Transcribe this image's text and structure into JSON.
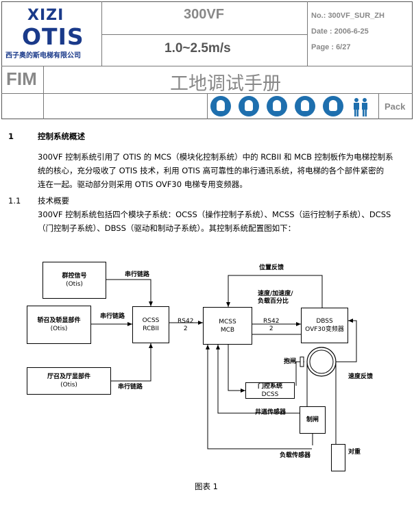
{
  "header": {
    "logo": {
      "brand_top": "XIZI",
      "brand_main": "OTIS",
      "company": "西子奥的斯电梯有限公司"
    },
    "model": "300VF",
    "speed": "1.0~2.5m/s",
    "doc_no": "No.: 300VF_SUR_ZH",
    "date": "Date : 2006-6-25",
    "page": "Page : 6/27",
    "section": "FIM",
    "manual_title": "工地调试手册",
    "safety_icons": [
      "goggles-icon",
      "helmet-icon",
      "boots-icon",
      "gloves-icon",
      "harness-icon",
      "two-person-icon"
    ],
    "pack_label": "Pack"
  },
  "content": {
    "sec1_num": "1",
    "sec1_title": "控制系统概述",
    "sec1_lines": [
      "300VF 控制系统引用了 OTIS 的 MCS（模块化控制系统）中的 RCBII 和 MCB 控制板作为电梯控制系",
      "统的核心，充分吸收了 OTIS 技术，利用 OTIS 高可靠性的串行通讯系统，将电梯的各个部件紧密的",
      "连在一起。驱动部分则采用 OTIS OVF30 电梯专用变频器。"
    ],
    "sec11_num": "1.1",
    "sec11_title": "技术概要",
    "sec11_lines": [
      "300VF 控制系统包括四个模块子系统：OCSS（操作控制子系统）、MCSS（运行控制子系统）、DCSS",
      "（门控制子系统）、DBSS（驱动和制动子系统）。其控制系统配置图如下："
    ]
  },
  "diagram": {
    "group_ctrl": [
      "群控信号",
      "(Otis)"
    ],
    "car_call": [
      "轿召及轿显部件",
      "(Otis)"
    ],
    "hall_call": [
      "厅召及厅显部件",
      "(Otis)"
    ],
    "ocss": [
      "OCSS",
      "RCBII"
    ],
    "mcss": [
      "MCSS",
      "MCB"
    ],
    "dbss": [
      "DBSS",
      "OVF30变频器"
    ],
    "door": [
      "门控系统",
      "DCSS"
    ],
    "brake": "制闸",
    "serial1": "串行链路",
    "serial2": "串行链路",
    "serial3": "串行链路",
    "rs1": [
      "RS42",
      "2"
    ],
    "rs2": [
      "RS42",
      "2"
    ],
    "pos_fb": "位置反馈",
    "speed_cmd": [
      "速度/加速度/",
      "负载百分比"
    ],
    "hold_brake": "抱闸",
    "speed_fb": "速度反馈",
    "hoistway": "井道传感器",
    "load": "负载传感器",
    "counterweight": "对重",
    "caption": "图表 1"
  }
}
